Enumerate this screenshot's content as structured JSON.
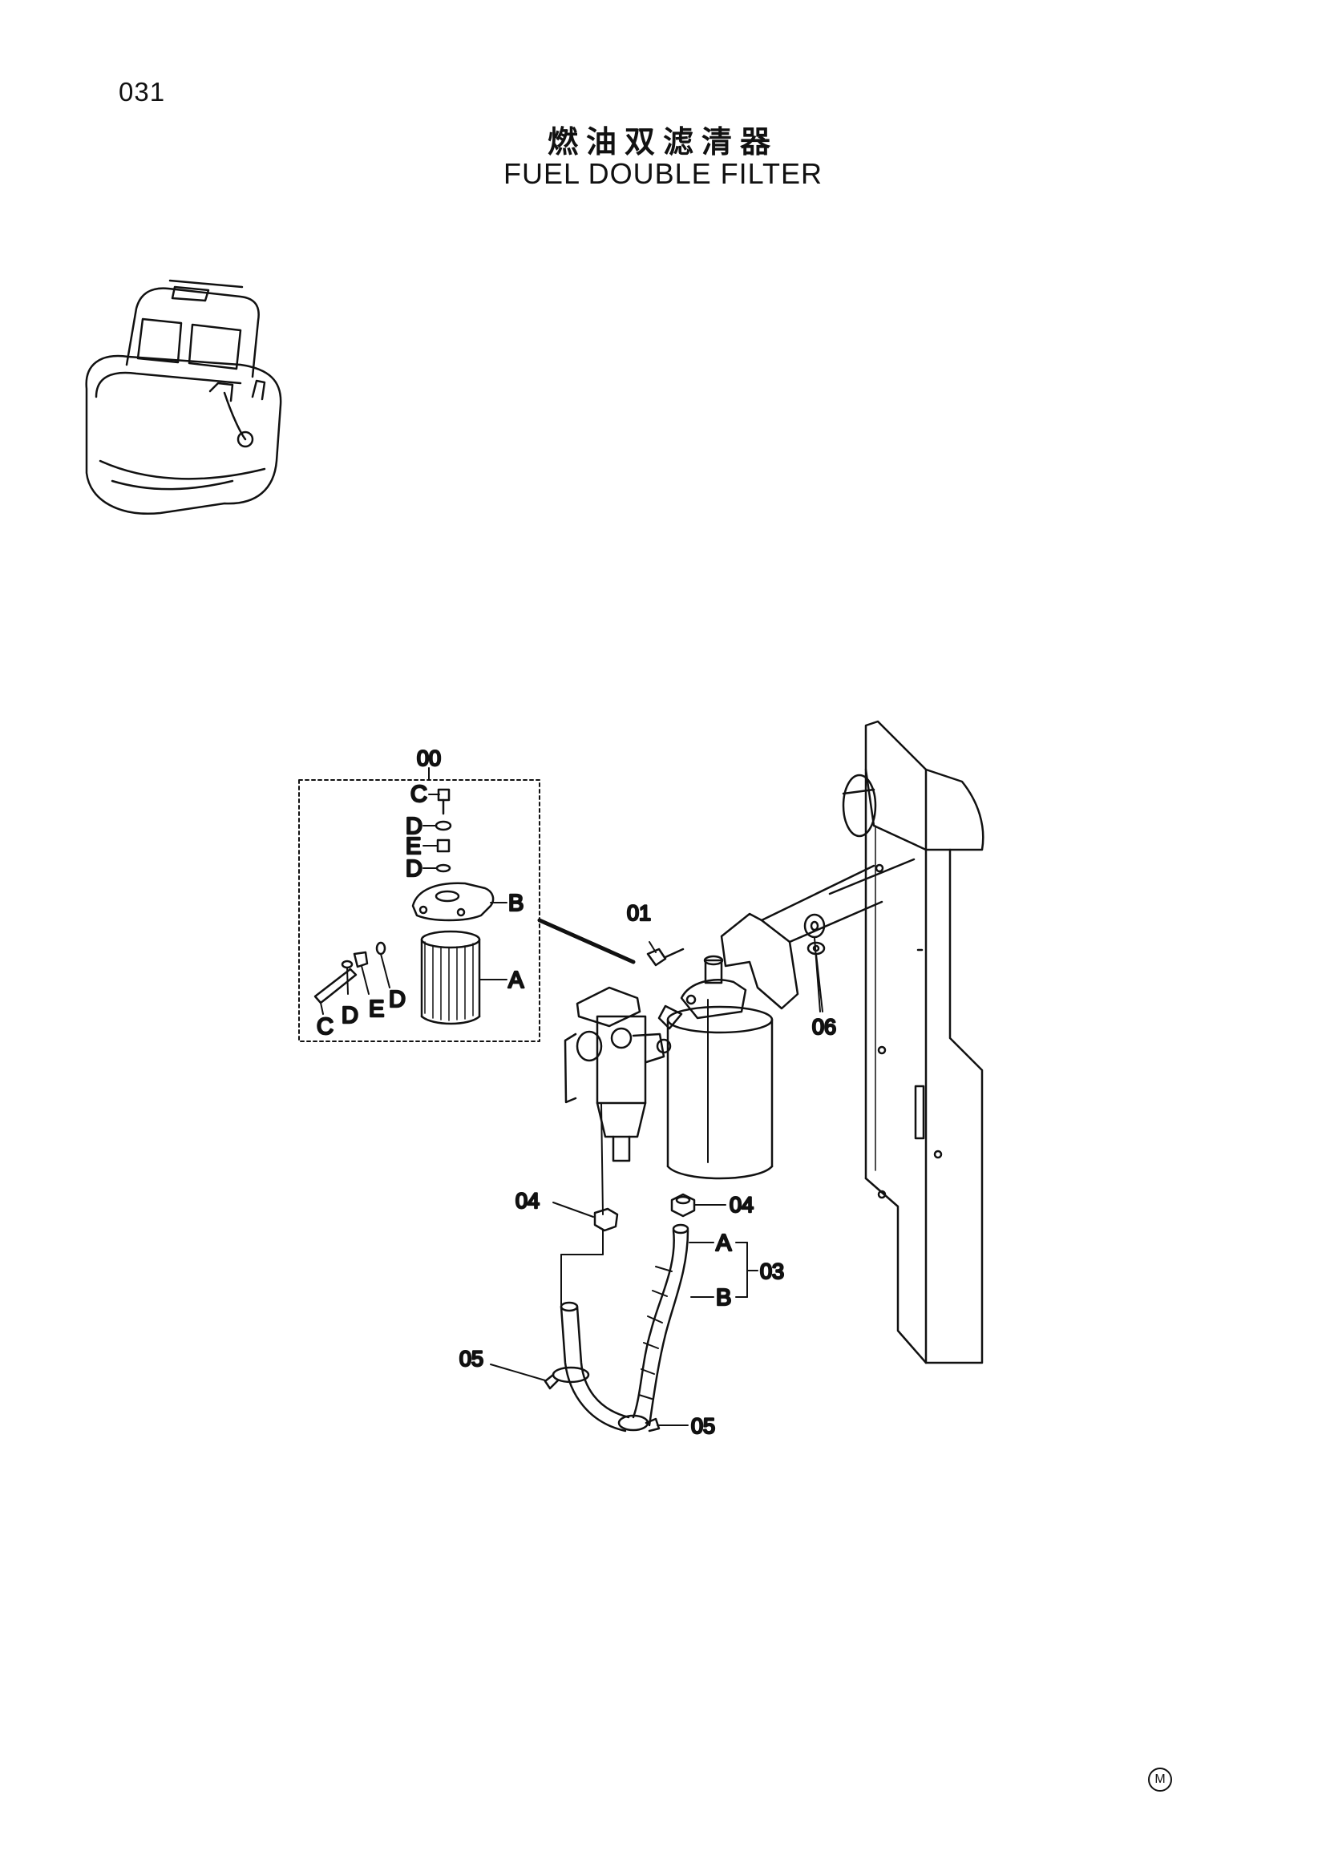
{
  "header": {
    "page_number": "031",
    "title_cn": "燃油双滤清器",
    "title_en": "FUEL DOUBLE FILTER"
  },
  "callouts": {
    "assembly": "00",
    "bolt": "01",
    "hose_assembly": "03",
    "fitting_left": "04",
    "fitting_right": "04",
    "clamp_left": "05",
    "clamp_right": "05",
    "washer": "06"
  },
  "refs": {
    "C_top": "C",
    "D_top": "D",
    "E_top": "E",
    "D_mid": "D",
    "B_head": "B",
    "A_element": "A",
    "C_bottom": "C",
    "D_bottom1": "D",
    "E_bottom": "E",
    "D_bottom2": "D",
    "A_hose": "A",
    "B_hose": "B"
  },
  "footer": {
    "mark": "M"
  }
}
